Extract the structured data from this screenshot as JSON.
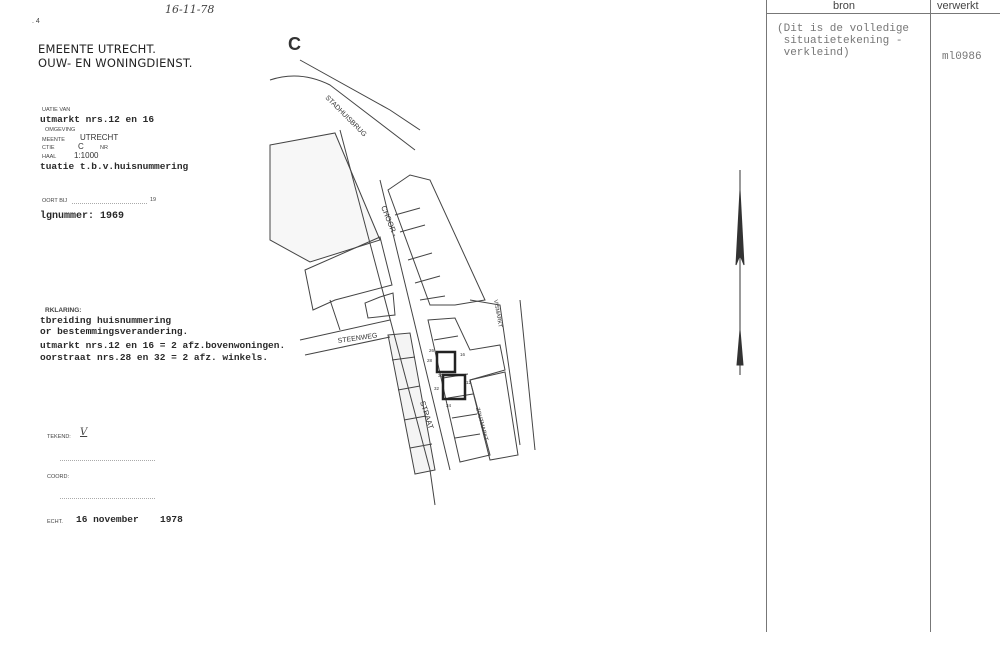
{
  "form": {
    "date_handwritten": "16-11-78",
    "page_marker": ". 4",
    "org_line1": "EMEENTE UTRECHT.",
    "org_line2": "OUW- EN WONINGDIENST.",
    "situatie_label": "UATIE VAN",
    "situatie_value": "utmarkt nrs.12 en 16",
    "omgeving_label": "OMGEVING",
    "gemeente_label": "MEENTE",
    "gemeente_value": "UTRECHT",
    "sectie_label": "CTIE",
    "sectie_value": "C",
    "nr_label": "NR",
    "schaal_label": "HAAL",
    "schaal_value": "1:1000",
    "purpose": "tuatie t.b.v.huisnummering",
    "behoort_label": "OORT BIJ",
    "behoort_year": "19",
    "volgnummer": "lgnummer: 1969",
    "verklaring_label": "RKLARING:",
    "verklaring_lines": [
      "tbreiding huisnummering",
      "or bestemmingsverandering.",
      "utmarkt nrs.12 en 16 = 2 afz.bovenwoningen.",
      "oorstraat nrs.28 en 32 = 2 afz. winkels."
    ],
    "getekend_label": "TEKEND:",
    "getekend_initials": "V",
    "akkoord_label": "COORD:",
    "date_label": "ECHT.",
    "date_value": "16 november",
    "date_year": "1978"
  },
  "map": {
    "streets": [
      "STADHUISBRUG",
      "CHOOR -",
      "STEENWEG",
      "VISMARKT",
      "STRAAT",
      "ZOUTMARKT"
    ],
    "house_numbers": [
      "26",
      "28",
      "30",
      "32",
      "34",
      "16",
      "12"
    ],
    "mark": "C"
  },
  "table": {
    "headers": [
      "bron",
      "verwerkt"
    ],
    "rows": [
      {
        "bron": "(Dit is de volledige\n situatietekening -\n verkleind)",
        "verwerkt": "ml0986"
      }
    ]
  }
}
